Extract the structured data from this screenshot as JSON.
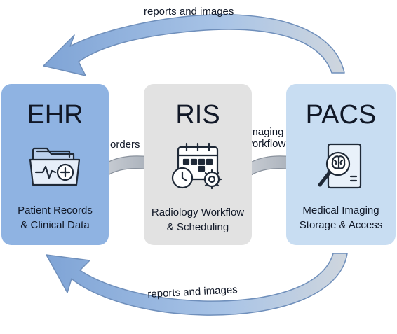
{
  "colors": {
    "ehr_fill": "#8fb3e2",
    "ris_fill": "#e2e2e2",
    "pacs_fill": "#c8ddf2",
    "arrow_blue": "#a7c3e6",
    "arrow_gray": "#b7bcc3",
    "icon_stroke": "#1f2937"
  },
  "boxes": {
    "ehr": {
      "title": "EHR",
      "description": "Patient Records\n& Clinical Data",
      "icon": "folder-heartbeat-icon"
    },
    "ris": {
      "title": "RIS",
      "description": "Radiology Workflow\n& Scheduling",
      "icon": "calendar-clock-gear-icon"
    },
    "pacs": {
      "title": "PACS",
      "description": "Medical Imaging\nStorage & Access",
      "icon": "brain-scan-magnifier-icon"
    }
  },
  "arrows": {
    "top_label": "reports and images",
    "orders_label": "orders",
    "imaging_label": "imaging\nworkflow",
    "bottom_label": "reports and images"
  }
}
